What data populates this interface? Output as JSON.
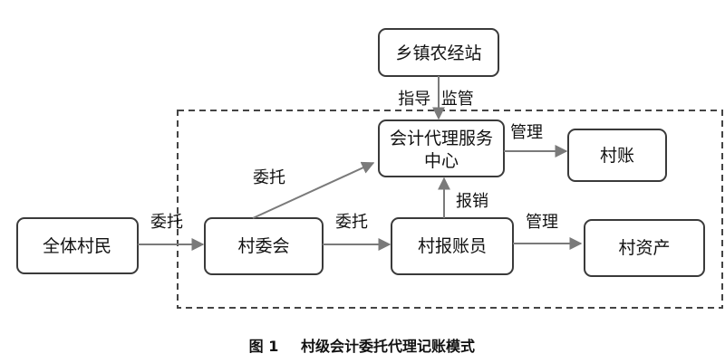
{
  "nodes": {
    "township_station": "乡镇农经站",
    "accounting_center_line1": "会计代理服务",
    "accounting_center_line2": "中心",
    "village_accounts": "村账",
    "all_villagers": "全体村民",
    "village_committee": "村委会",
    "village_reporter": "村报账员",
    "village_assets": "村资产"
  },
  "edges": {
    "guide_supervise": "指导  监管",
    "manage_accounts": "管理",
    "entrust_center": "委托",
    "entrust_committee": "委托",
    "entrust_reporter": "委托",
    "reimburse": "报销",
    "manage_assets": "管理"
  },
  "caption": {
    "figure_no": "图 1",
    "title": "村级会计委托代理记账模式"
  },
  "colors": {
    "box_stroke": "#3a3a3a",
    "arrow": "#7a7a7a",
    "frame": "#444444"
  }
}
